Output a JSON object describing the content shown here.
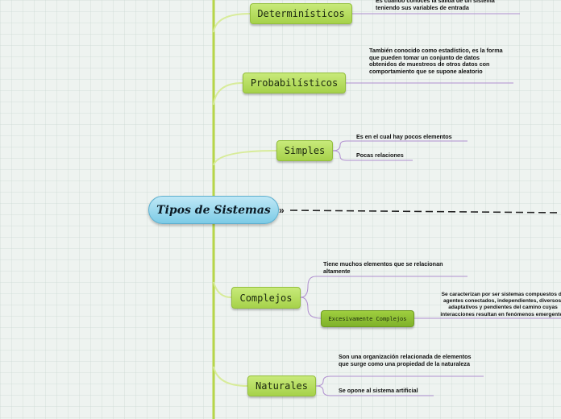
{
  "central": {
    "title": "Tipos de Sistemas"
  },
  "branches": {
    "deterministicos": {
      "label": "Determinísticos",
      "desc": "Es cuando conoces la salida de un sistema teniendo sus variables de entrada"
    },
    "probabilisticos": {
      "label": "Probabilísticos",
      "desc": "También conocido como estadístico, es la forma que pueden tomar un conjunto de datos obtenidos de muestreos de otros datos con comportamiento que se supone aleatorio"
    },
    "simples": {
      "label": "Simples",
      "desc1": "Es en el cual hay pocos elementos",
      "desc2": "Pocas relaciones"
    },
    "complejos": {
      "label": "Complejos",
      "desc1": "Tiene muchos elementos que se relacionan altamente",
      "sub_label": "Excesivamente Complejos",
      "sub_desc": "Se caracterizan por ser sistemas compuestos de agentes conectados, independientes, diversos, adaptativos y pendientes del camino cuyas interacciones resultan en fenómenos emergentes"
    },
    "naturales": {
      "label": "Naturales",
      "desc1": "Son una organización relacionada de elementos que surge como una propiedad de la naturaleza",
      "desc2": "Se opone al sistema artificial"
    }
  },
  "colors": {
    "trunk": "#b7d648",
    "branch": "#d8ec9a",
    "underline": "#b08fd0",
    "node": "#b2db5c",
    "central": "#8dd2ea"
  },
  "icons": {
    "expand": "double-chevron-right-icon"
  }
}
